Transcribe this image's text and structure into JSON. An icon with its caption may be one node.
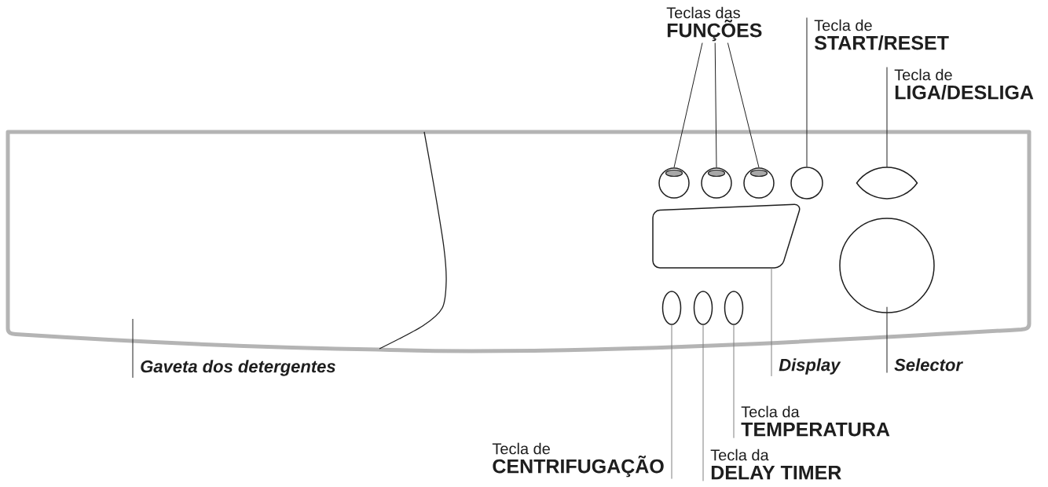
{
  "diagram": {
    "nodes": [
      {
        "text": [
          "Teclas das",
          "FUNÇÕES"
        ]
      },
      {
        "text": [
          "Tecla de",
          "START/RESET"
        ]
      },
      {
        "text": [
          "Tecla de",
          "LIGA/DESLIGA"
        ]
      },
      {
        "text": [],
        "shape": "box"
      },
      {
        "text": [],
        "shape": "circle"
      },
      {
        "text": [],
        "shape": "circle"
      },
      {
        "text": [],
        "shape": "circle"
      },
      {
        "text": [],
        "shape": "circle"
      },
      {
        "text": [],
        "shape": "ellipse"
      },
      {
        "text": [],
        "shape": "box"
      },
      {
        "text": [],
        "shape": "circle"
      },
      {
        "text": [],
        "shape": "ellipse"
      },
      {
        "text": [],
        "shape": "ellipse"
      },
      {
        "text": [],
        "shape": "ellipse"
      },
      {
        "text": [
          "Gaveta dos detergentes"
        ]
      },
      {
        "text": [
          "Display"
        ]
      },
      {
        "text": [
          "Selector"
        ]
      },
      {
        "text": [
          "Tecla da",
          "TEMPERATURA"
        ]
      },
      {
        "text": [
          "Tecla de",
          "CENTRIFUGAÇÃO"
        ]
      },
      {
        "text": [
          "Tecla da",
          "DELAY TIMER"
        ]
      }
    ],
    "edges": [
      {
        "from": 0,
        "to": 4,
        "arrow": "none"
      },
      {
        "from": 0,
        "to": 5,
        "arrow": "none"
      },
      {
        "from": 0,
        "to": 6,
        "arrow": "none"
      },
      {
        "from": 1,
        "to": 7,
        "arrow": "none"
      },
      {
        "from": 2,
        "to": 8,
        "arrow": "none"
      },
      {
        "from": 14,
        "to": 3,
        "arrow": "none"
      },
      {
        "from": 15,
        "to": 9,
        "arrow": "none",
        "color": "#808080"
      },
      {
        "from": 16,
        "to": 10,
        "arrow": "none"
      },
      {
        "from": 17,
        "to": 13,
        "arrow": "none",
        "color": "#808080"
      },
      {
        "from": 18,
        "to": 11,
        "arrow": "none",
        "color": "#808080"
      },
      {
        "from": 19,
        "to": 12,
        "arrow": "none",
        "color": "#808080"
      }
    ]
  }
}
